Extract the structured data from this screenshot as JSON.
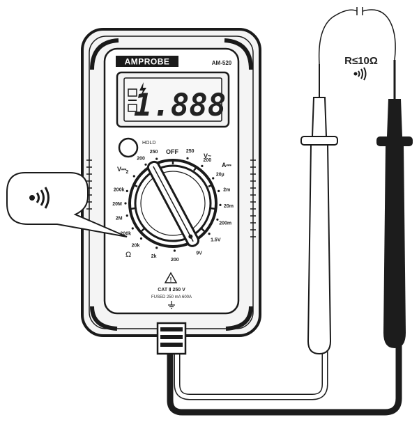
{
  "meter": {
    "brand": "AMPROBE",
    "model": "AM-520",
    "display_value": "1.888",
    "hold_label": "HOLD",
    "category_label": "CAT Ⅱ 250 V",
    "fuse_label": "FUSED 250 mA 600A",
    "dial": {
      "off_label": "OFF",
      "voltage_ac_label": "V~",
      "voltage_dc_label": "V⎓",
      "current_label": "A⎓",
      "ranges": [
        "200",
        "250",
        "250",
        "200",
        "20µ",
        "2m",
        "20m",
        "200m",
        "1.5V",
        "9V",
        "200",
        "2k",
        "20k",
        "200k",
        "2M",
        "20M",
        "200k",
        "2"
      ],
      "ohm_symbol": "Ω"
    }
  },
  "callout": {
    "icon": "buzzer-sound-icon"
  },
  "probe_annotation": {
    "condition": "R≤10Ω",
    "icon": "buzzer-sound-icon"
  },
  "colors": {
    "line": "#1a1a1a",
    "black_probe": "#1c1c1c",
    "white_probe": "#ffffff"
  }
}
